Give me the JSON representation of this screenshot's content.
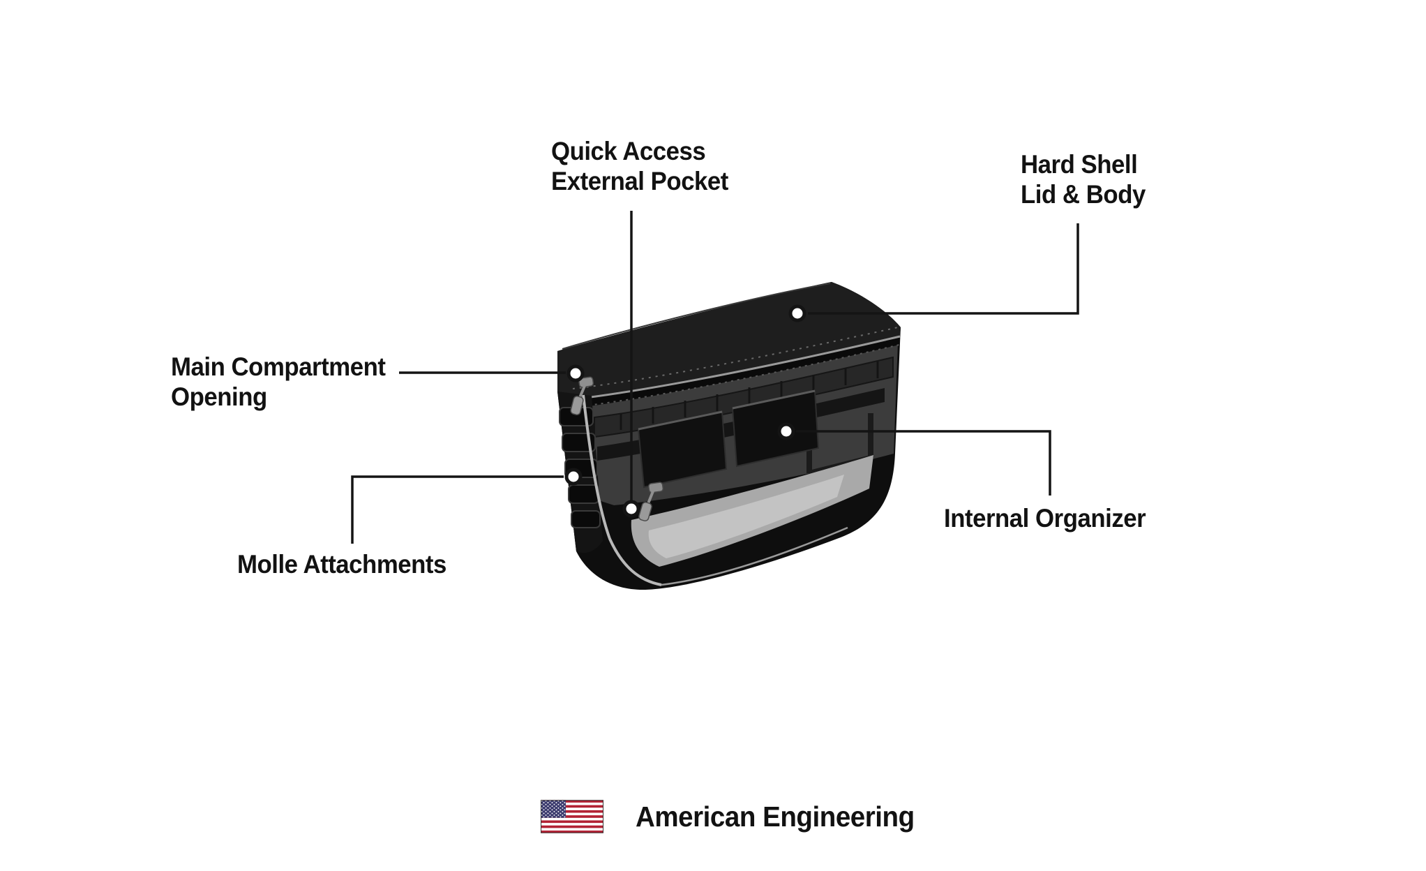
{
  "page": {
    "background_color": "#ffffff",
    "text_color": "#121212",
    "callout_line_color": "#141414"
  },
  "callouts": {
    "quick_access": {
      "line1": "Quick Access",
      "line2": "External Pocket"
    },
    "hard_shell": {
      "line1": "Hard Shell",
      "line2": "Lid & Body"
    },
    "main_compartment": {
      "line1": "Main Compartment",
      "line2": "Opening"
    },
    "molle_attachments": {
      "label": "Molle Attachments"
    },
    "internal_organizer": {
      "label": "Internal Organizer"
    }
  },
  "footer": {
    "label": "American Engineering",
    "flag_icon": "us-flag"
  },
  "flag_colors": {
    "red": "#B22234",
    "white": "#FFFFFF",
    "blue": "#3C3B6E"
  }
}
